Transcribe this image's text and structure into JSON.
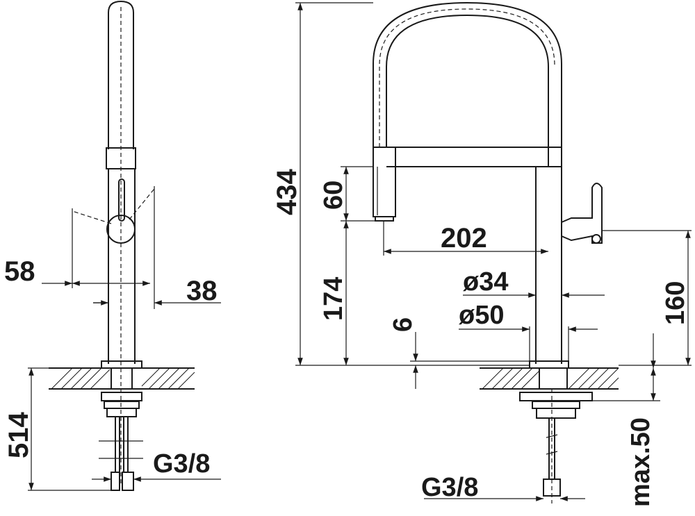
{
  "dimensions": {
    "d58": "58",
    "d38": "38",
    "d514": "514",
    "g38_left": "G3/8",
    "d434": "434",
    "d60": "60",
    "d174": "174",
    "d202": "202",
    "d34": "ø34",
    "d50": "ø50",
    "d6": "6",
    "d160": "160",
    "g38_right": "G3/8",
    "max50": "max.50"
  }
}
